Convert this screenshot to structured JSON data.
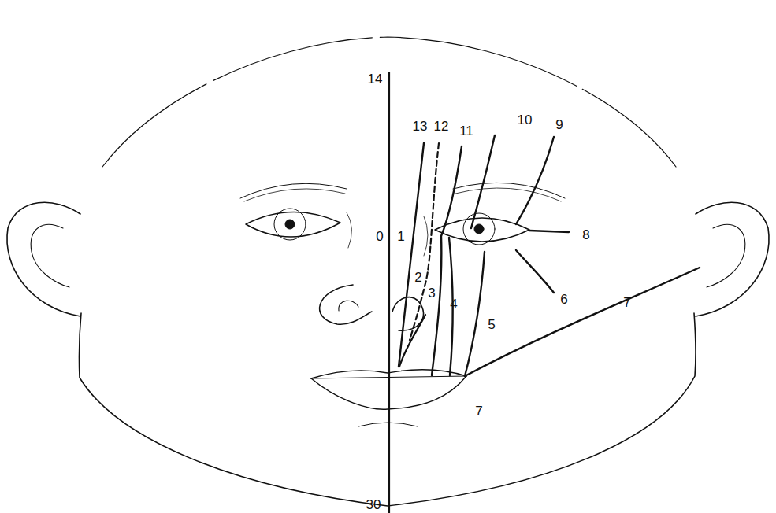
{
  "diagram": {
    "labels": [
      "14",
      "13",
      "12",
      "11",
      "10",
      "9",
      "0",
      "1",
      "8",
      "6",
      "2",
      "3",
      "4",
      "7",
      "5",
      "7",
      "30"
    ]
  }
}
